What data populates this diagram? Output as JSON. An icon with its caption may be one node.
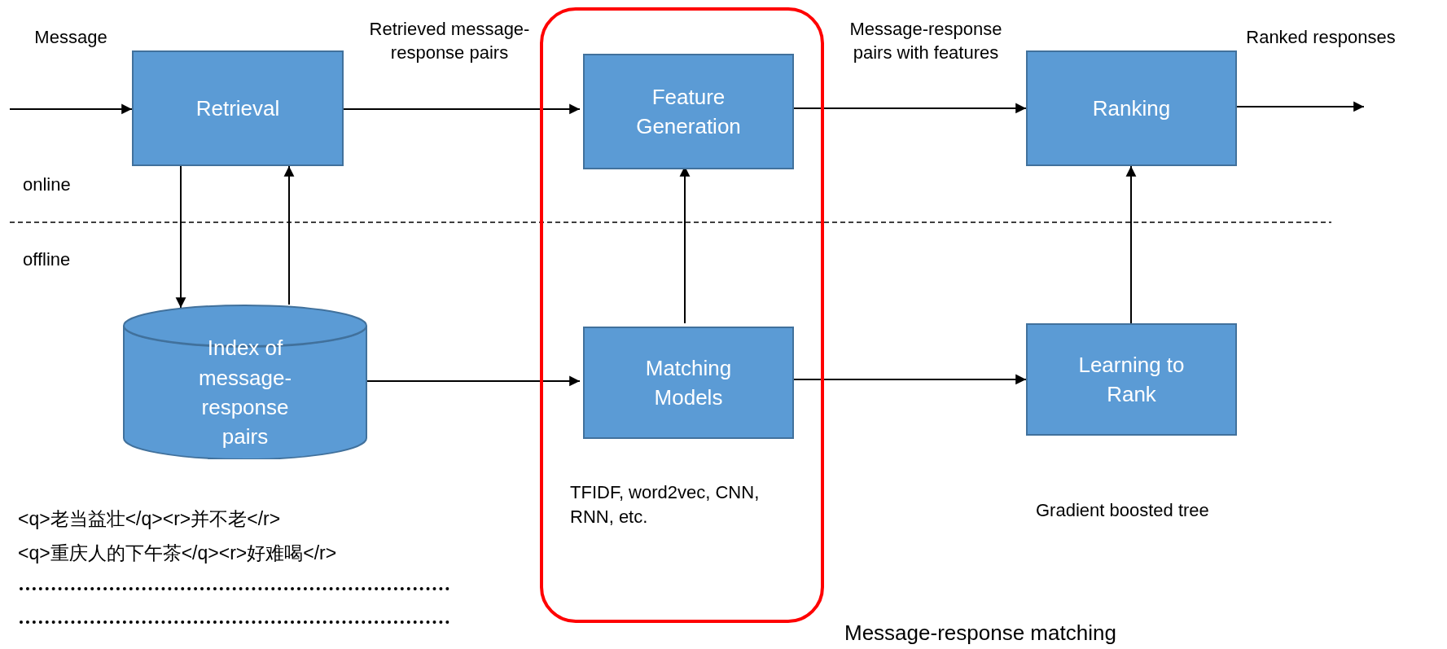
{
  "diagram": {
    "caption": "Message-response matching",
    "nodes": [
      {
        "text": [
          "Retrieval"
        ]
      },
      {
        "text": [],
        "shape": "box"
      },
      {
        "text": [
          "Feature Generation"
        ],
        "in": 1
      },
      {
        "text": [
          "Ranking"
        ]
      },
      {
        "text": [
          "Index of message-response pairs"
        ]
      },
      {
        "text": [
          "Matching Models"
        ],
        "in": 1,
        "beside": [
          "TFIDF, word2vec, CNN, RNN, etc."
        ]
      },
      {
        "text": [
          "Learning to Rank"
        ],
        "beside": [
          "Gradient boosted tree"
        ]
      }
    ],
    "edges": [
      {
        "from": null,
        "to": 0,
        "arrow": "to",
        "label": "Message"
      },
      {
        "from": 0,
        "to": 2,
        "arrow": "to",
        "label": "Retrieved message-response pairs"
      },
      {
        "from": 2,
        "to": 3,
        "arrow": "to",
        "label": "Message-response pairs with features"
      },
      {
        "from": 3,
        "to": null,
        "arrow": "to",
        "label": "Ranked responses"
      },
      {
        "from": 0,
        "to": 4,
        "arrow": "to"
      },
      {
        "from": 4,
        "to": 0,
        "arrow": "to"
      },
      {
        "from": 4,
        "to": 5,
        "arrow": "to"
      },
      {
        "from": 5,
        "to": 2,
        "arrow": "to"
      },
      {
        "from": 5,
        "to": 6,
        "arrow": "to"
      },
      {
        "from": 6,
        "to": 3,
        "arrow": "to"
      }
    ],
    "labels": [
      "online",
      "offline",
      "<q>老当益壮</q><r>并不老</r>",
      "<q>重庆人的下午茶</q><r>好难喝</r>"
    ]
  }
}
